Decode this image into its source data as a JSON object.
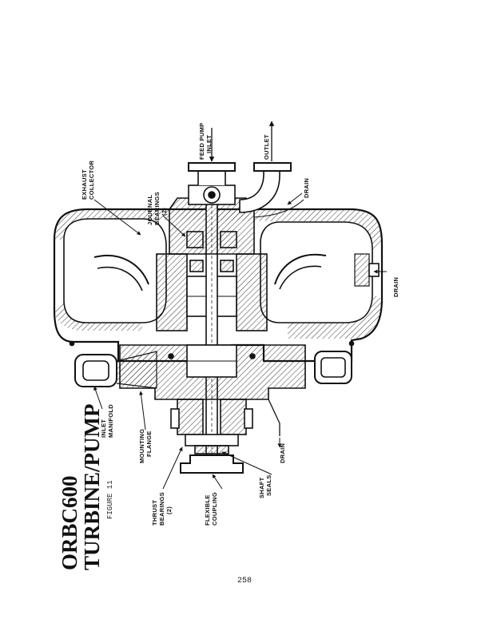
{
  "document": {
    "title_line1": "ORBC600",
    "title_line2": "TURBINE/PUMP",
    "figure": "FIGURE 11",
    "page_number": "258"
  },
  "labels": {
    "exhaust_collector": [
      "EXHAUST",
      "COLLECTOR"
    ],
    "journal_bearings": [
      "JOURNAL",
      "BEARINGS",
      "(2)"
    ],
    "feed_pump_inlet": [
      "FEED PUMP",
      "INLET"
    ],
    "outlet": "OUTLET",
    "drain_upper": "DRAIN",
    "drain_right": "DRAIN",
    "drain_lower": "DRAIN",
    "inlet_manifold": [
      "INLET",
      "MANIFOLD"
    ],
    "mounting_flange": [
      "MOUNTING",
      "FLANGE"
    ],
    "thrust_bearings": [
      "THRUST",
      "BEARINGS",
      "(2)"
    ],
    "flexible_coupling": [
      "FLEXIBLE",
      "COUPLING"
    ],
    "shaft_seals": [
      "SHAFT",
      "SEALS"
    ]
  }
}
